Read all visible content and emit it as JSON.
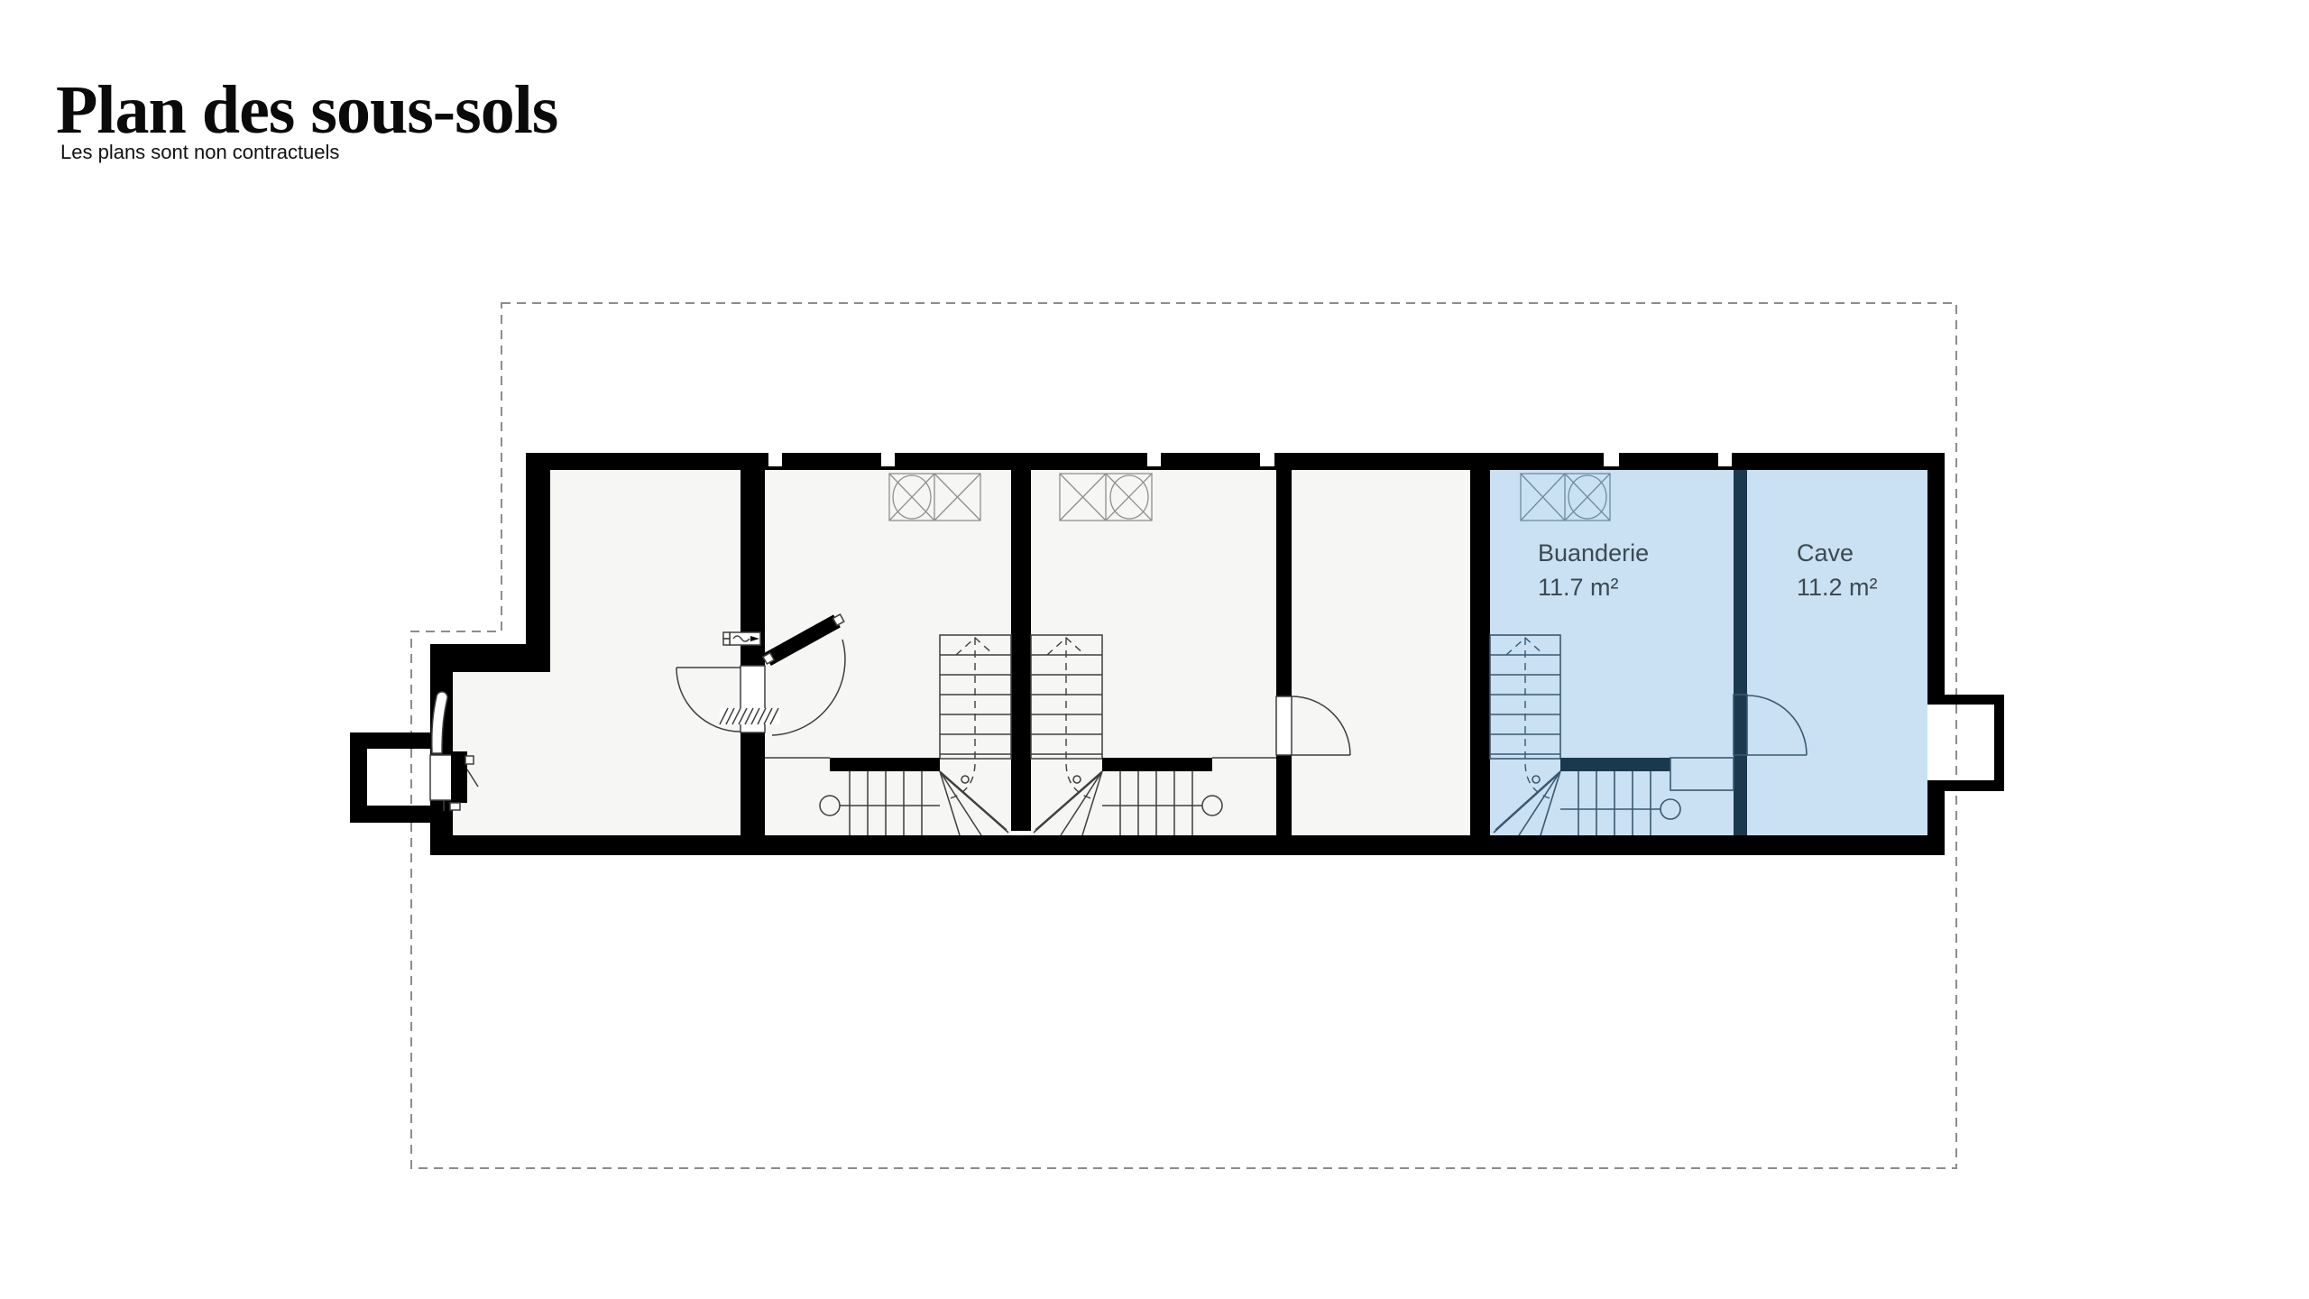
{
  "header": {
    "title": "Plan des sous-sols",
    "subtitle": "Les plans sont non contractuels"
  },
  "plan": {
    "rooms": [
      {
        "name": "Buanderie",
        "area": "11.7 m²",
        "highlighted": true
      },
      {
        "name": "Cave",
        "area": "11.2 m²",
        "highlighted": true
      }
    ],
    "unlabeled_rooms": 4,
    "stair_count": 3,
    "colors": {
      "highlight_fill": "#c9e1f3",
      "highlight_wall": "#1b394e",
      "label_text": "#3c4a52",
      "wall": "#000000",
      "boundary": "#8c8c8c"
    }
  }
}
